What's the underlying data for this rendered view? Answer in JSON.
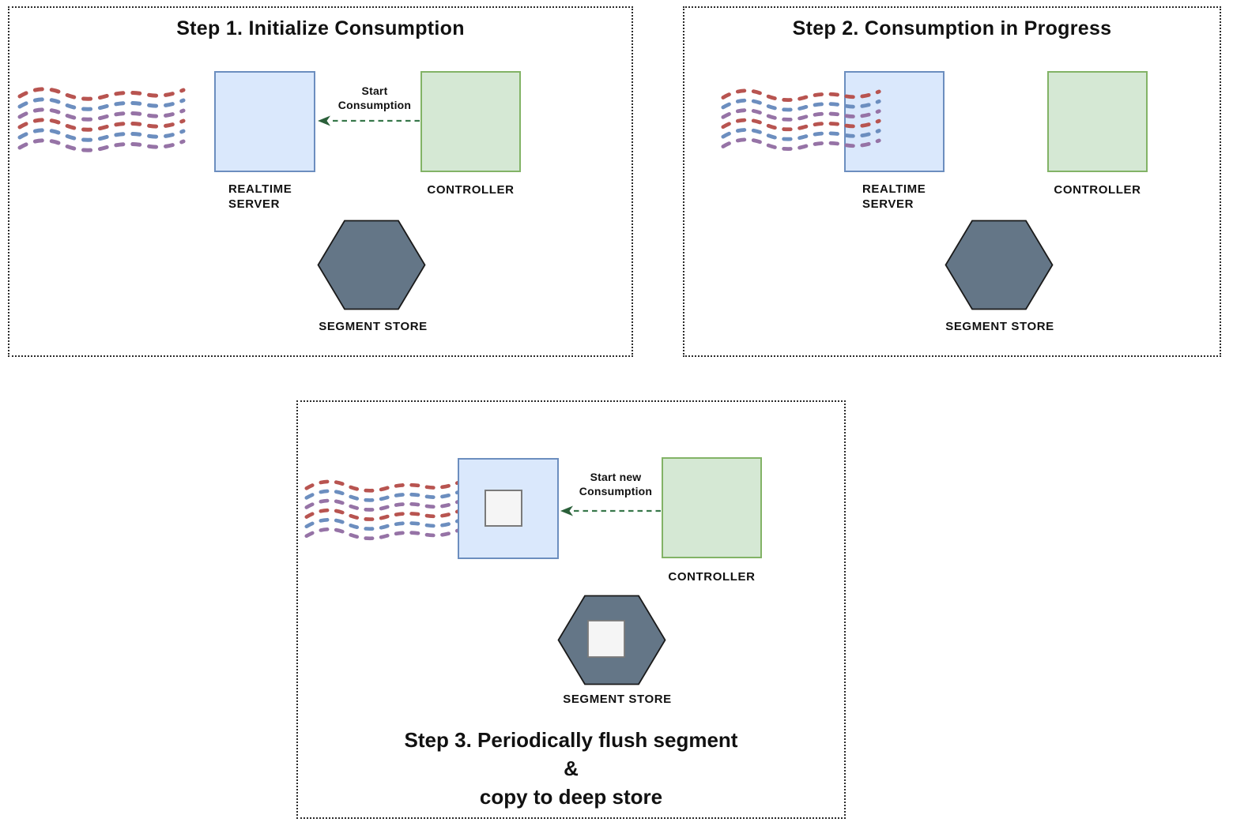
{
  "colors": {
    "text": "#111111",
    "box-blue-fill": "#dae8fc",
    "box-blue-stroke": "#6c8ebf",
    "box-green-fill": "#d5e8d4",
    "box-green-stroke": "#82b366",
    "hexagon-fill": "#647687",
    "hexagon-stroke": "#1a1a1a",
    "arrow-stroke": "#38784b",
    "arrow-head": "#2a5f39",
    "stream-red": "#b85450",
    "stream-blue": "#6c8ebf",
    "stream-purple": "#9673a6",
    "square-fill": "#f5f5f5",
    "square-stroke": "#7a7a7a"
  },
  "stream": {
    "dash_colors_cycle": [
      "#b85450",
      "#6c8ebf",
      "#9673a6"
    ],
    "line_count": 6
  },
  "panels": {
    "step1": {
      "title": "Step 1. Initialize Consumption",
      "realtime_server": "REALTIME\nSERVER",
      "controller": "CONTROLLER",
      "arrow_label": "Start\nConsumption",
      "segment_store": "SEGMENT STORE"
    },
    "step2": {
      "title": "Step 2. Consumption in Progress",
      "realtime_server": "REALTIME\nSERVER",
      "controller": "CONTROLLER",
      "segment_store": "SEGMENT STORE"
    },
    "step3": {
      "caption": "Step 3. Periodically flush segment\n&\ncopy to deep store",
      "controller": "CONTROLLER",
      "arrow_label": "Start new\nConsumption",
      "segment_store": "SEGMENT STORE"
    }
  }
}
